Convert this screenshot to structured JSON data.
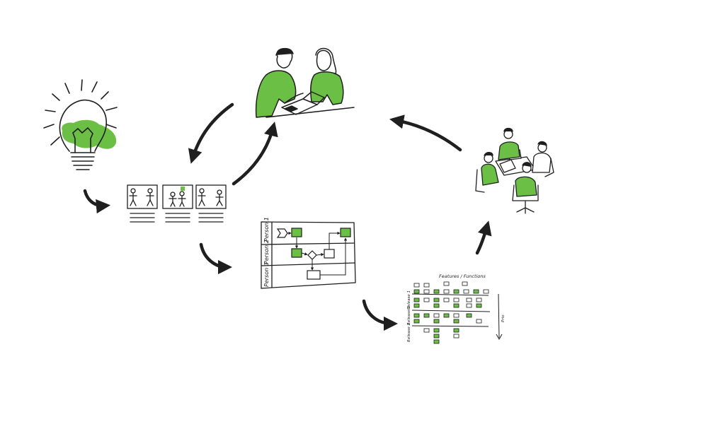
{
  "colors": {
    "accent": "#6cbf45",
    "ink": "#1f1f1f",
    "paper": "#ffffff"
  },
  "swimlane": {
    "lanes": [
      "Person 1",
      "Person 2",
      "Person 3"
    ]
  },
  "story_map": {
    "header": "Features / Functions",
    "lanes": [
      "Release 1",
      "Release 2",
      "Release 3"
    ],
    "axis_label": "Prio"
  },
  "icons": [
    "lightbulb-idea-icon",
    "storyboard-icon",
    "pair-collaboration-icon",
    "swimlane-process-icon",
    "story-map-icon",
    "team-meeting-icon"
  ]
}
